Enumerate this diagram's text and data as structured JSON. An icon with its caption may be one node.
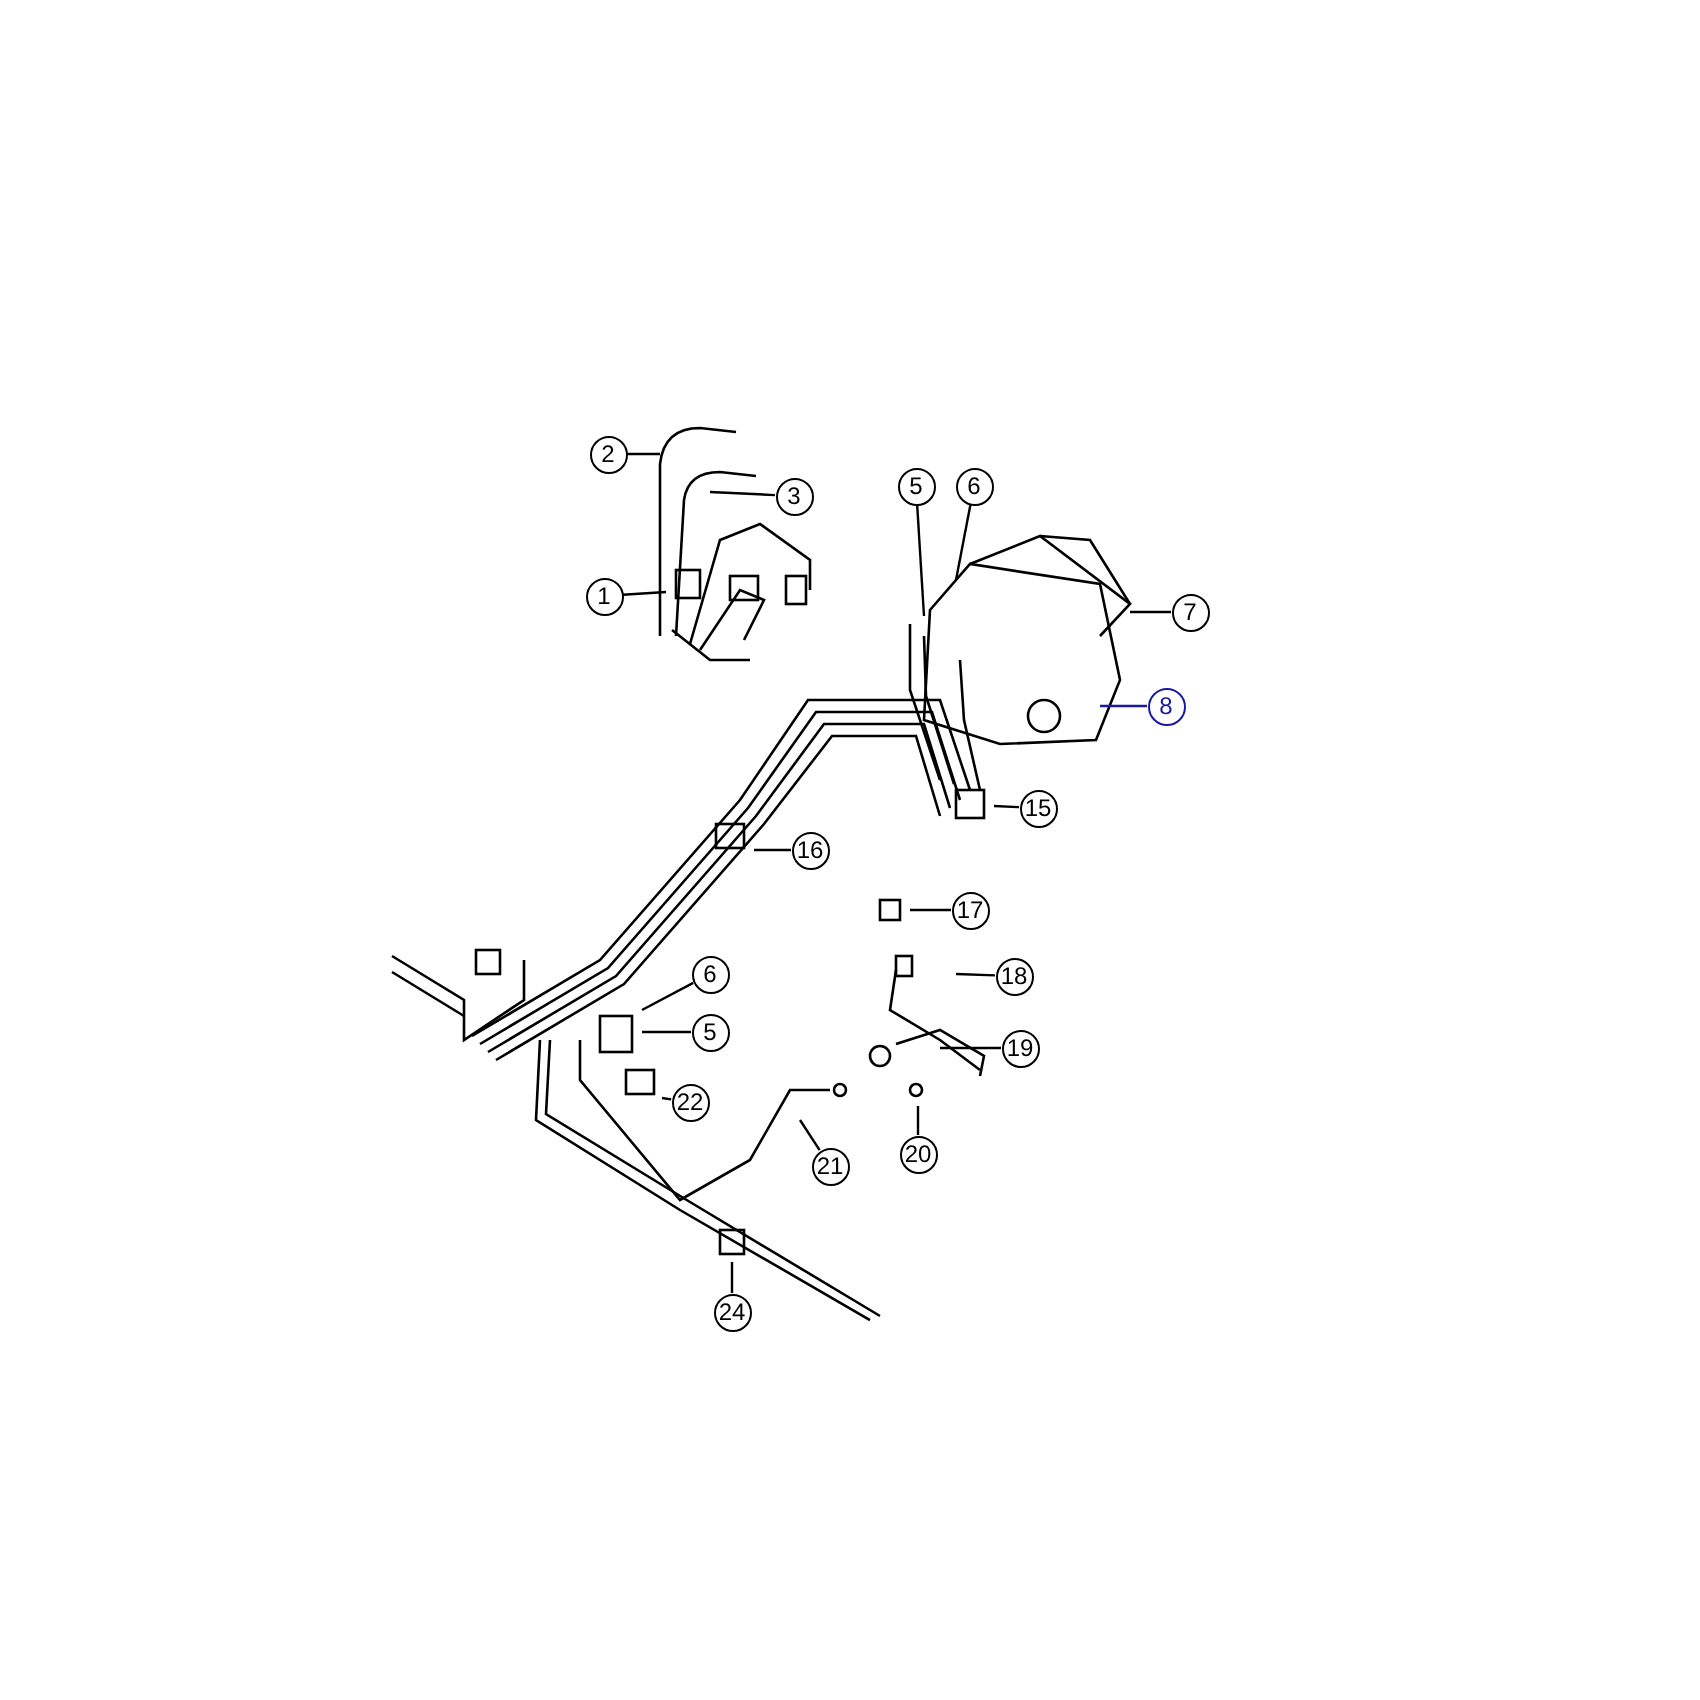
{
  "diagram": {
    "nodes": [
      {
        "text": [
          "2"
        ]
      },
      {
        "text": [
          "3"
        ]
      },
      {
        "text": [
          "5"
        ]
      },
      {
        "text": [
          "6"
        ]
      },
      {
        "text": [
          "1"
        ]
      },
      {
        "text": [
          "7"
        ]
      },
      {
        "text": [
          "8"
        ]
      },
      {
        "text": [
          "15"
        ]
      },
      {
        "text": [
          "16"
        ]
      },
      {
        "text": [
          "17"
        ]
      },
      {
        "text": [
          "18"
        ]
      },
      {
        "text": [
          "6"
        ]
      },
      {
        "text": [
          "5"
        ]
      },
      {
        "text": [
          "19"
        ]
      },
      {
        "text": [
          "22"
        ]
      },
      {
        "text": [
          "21"
        ]
      },
      {
        "text": [
          "20"
        ]
      },
      {
        "text": [
          "24"
        ]
      }
    ],
    "edges": [
      {
        "from": 0,
        "to": null,
        "arrow": "none"
      },
      {
        "from": 1,
        "to": null,
        "arrow": "none"
      },
      {
        "from": 2,
        "to": null,
        "arrow": "none"
      },
      {
        "from": 3,
        "to": null,
        "arrow": "none"
      },
      {
        "from": 4,
        "to": null,
        "arrow": "none"
      },
      {
        "from": 5,
        "to": null,
        "arrow": "none"
      },
      {
        "from": 6,
        "to": null,
        "arrow": "none",
        "color": "#1a1aa0"
      },
      {
        "from": 7,
        "to": null,
        "arrow": "none"
      },
      {
        "from": 8,
        "to": null,
        "arrow": "none"
      },
      {
        "from": 9,
        "to": null,
        "arrow": "none"
      },
      {
        "from": 10,
        "to": null,
        "arrow": "none"
      },
      {
        "from": 11,
        "to": null,
        "arrow": "none"
      },
      {
        "from": 12,
        "to": null,
        "arrow": "none"
      },
      {
        "from": 13,
        "to": null,
        "arrow": "none"
      },
      {
        "from": 14,
        "to": null,
        "arrow": "none"
      },
      {
        "from": 15,
        "to": null,
        "arrow": "none"
      },
      {
        "from": 16,
        "to": null,
        "arrow": "none"
      },
      {
        "from": 17,
        "to": null,
        "arrow": "none"
      }
    ]
  }
}
